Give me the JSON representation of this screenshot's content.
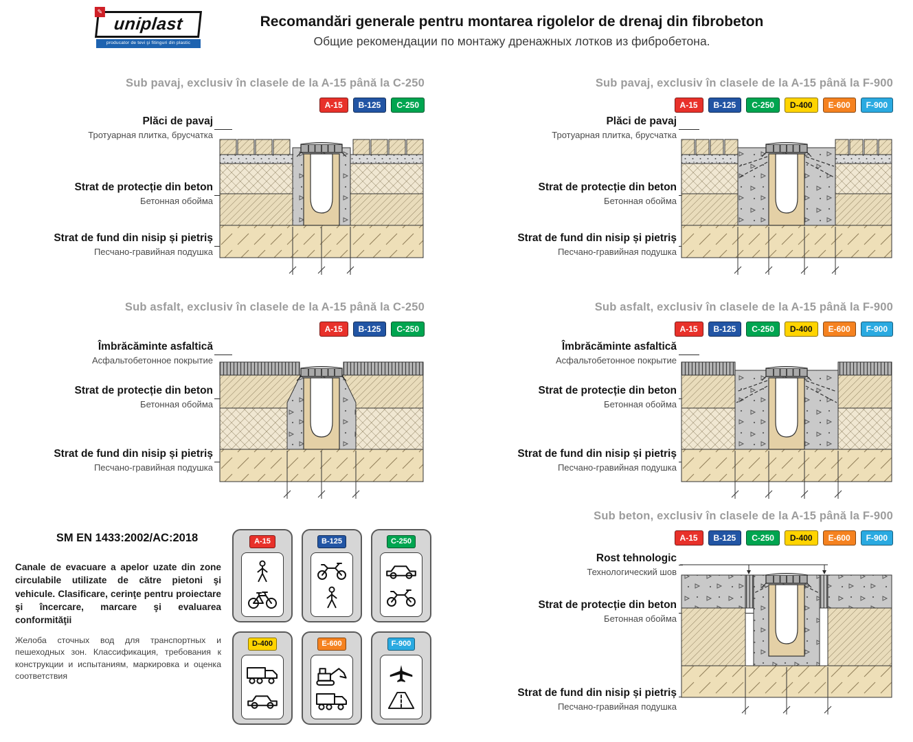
{
  "header": {
    "logo_text": "uniplast",
    "logo_tagline": "producator de tevi şi fitinguri din plastic",
    "title_ro": "Recomandări generale pentru montarea rigolelor de drenaj din fibrobeton",
    "title_ru": "Общие рекомендации по монтажу дренажных лотков из фибробетона."
  },
  "badges": {
    "a15": {
      "label": "A-15",
      "bg": "#e8312a",
      "fg": "#ffffff"
    },
    "b125": {
      "label": "B-125",
      "bg": "#2255a4",
      "fg": "#ffffff"
    },
    "c250": {
      "label": "C-250",
      "bg": "#00a550",
      "fg": "#ffffff"
    },
    "d400": {
      "label": "D-400",
      "bg": "#ffd400",
      "fg": "#111111"
    },
    "e600": {
      "label": "E-600",
      "bg": "#f58220",
      "fg": "#ffffff"
    },
    "f900": {
      "label": "F-900",
      "bg": "#2aaae1",
      "fg": "#ffffff"
    }
  },
  "sections": {
    "pavaj_c250": {
      "title": "Sub pavaj, exclusiv în clasele de la A-15 până la C-250"
    },
    "pavaj_f900": {
      "title": "Sub pavaj, exclusiv în clasele de la A-15 până la F-900"
    },
    "asfalt_c250": {
      "title": "Sub asfalt, exclusiv în clasele de la A-15 până la C-250"
    },
    "asfalt_f900": {
      "title": "Sub asfalt, exclusiv în clasele de la A-15 până la F-900"
    },
    "beton_f900": {
      "title": "Sub beton, exclusiv în clasele de la A-15 până la F-900"
    }
  },
  "labels": {
    "pavaj": {
      "ro": "Plăci de pavaj",
      "ru": "Тротуарная плитка, брусчатка"
    },
    "asfalt": {
      "ro": "Îmbrăcăminte asfaltică",
      "ru": "Асфальтобетонное покрытие"
    },
    "rost": {
      "ro": "Rost tehnologic",
      "ru": "Технологический шов"
    },
    "beton": {
      "ro": "Strat de protecție din beton",
      "ru": "Бетонная обойма"
    },
    "nisip": {
      "ro": "Strat de fund din nisip și pietriș",
      "ru": "Песчано-гравийная подушка"
    }
  },
  "standard": {
    "code": "SM EN 1433:2002/AC:2018",
    "text_ro": "Canale de evacuare a apelor uzate din zone circulabile utilizate de către pietoni şi vehicule. Clasificare, cerinţe pentru proiectare şi încercare, marcare şi evaluarea conformităţii",
    "text_ru": "Желоба сточных вод для транспортных и пешеходных зон. Классификация, требования к конструкции и испытаниям, маркировка и оценка соответствия"
  },
  "class_cards": [
    {
      "badge": "a15",
      "icons": [
        "pedestrian",
        "bicycle"
      ]
    },
    {
      "badge": "b125",
      "icons": [
        "motorcycle",
        "pedestrian"
      ]
    },
    {
      "badge": "c250",
      "icons": [
        "car",
        "motorcycle"
      ]
    },
    {
      "badge": "d400",
      "icons": [
        "truck",
        "car"
      ]
    },
    {
      "badge": "e600",
      "icons": [
        "excavator",
        "truck"
      ]
    },
    {
      "badge": "f900",
      "icons": [
        "airplane",
        "runway"
      ]
    }
  ],
  "diagram_colors": {
    "sand": "#eedfb8",
    "concrete": "#c9c9c9",
    "channel_body": "#e4d0a6",
    "grate": "#a9a9a9",
    "asphalt": "#b5b5b5"
  }
}
